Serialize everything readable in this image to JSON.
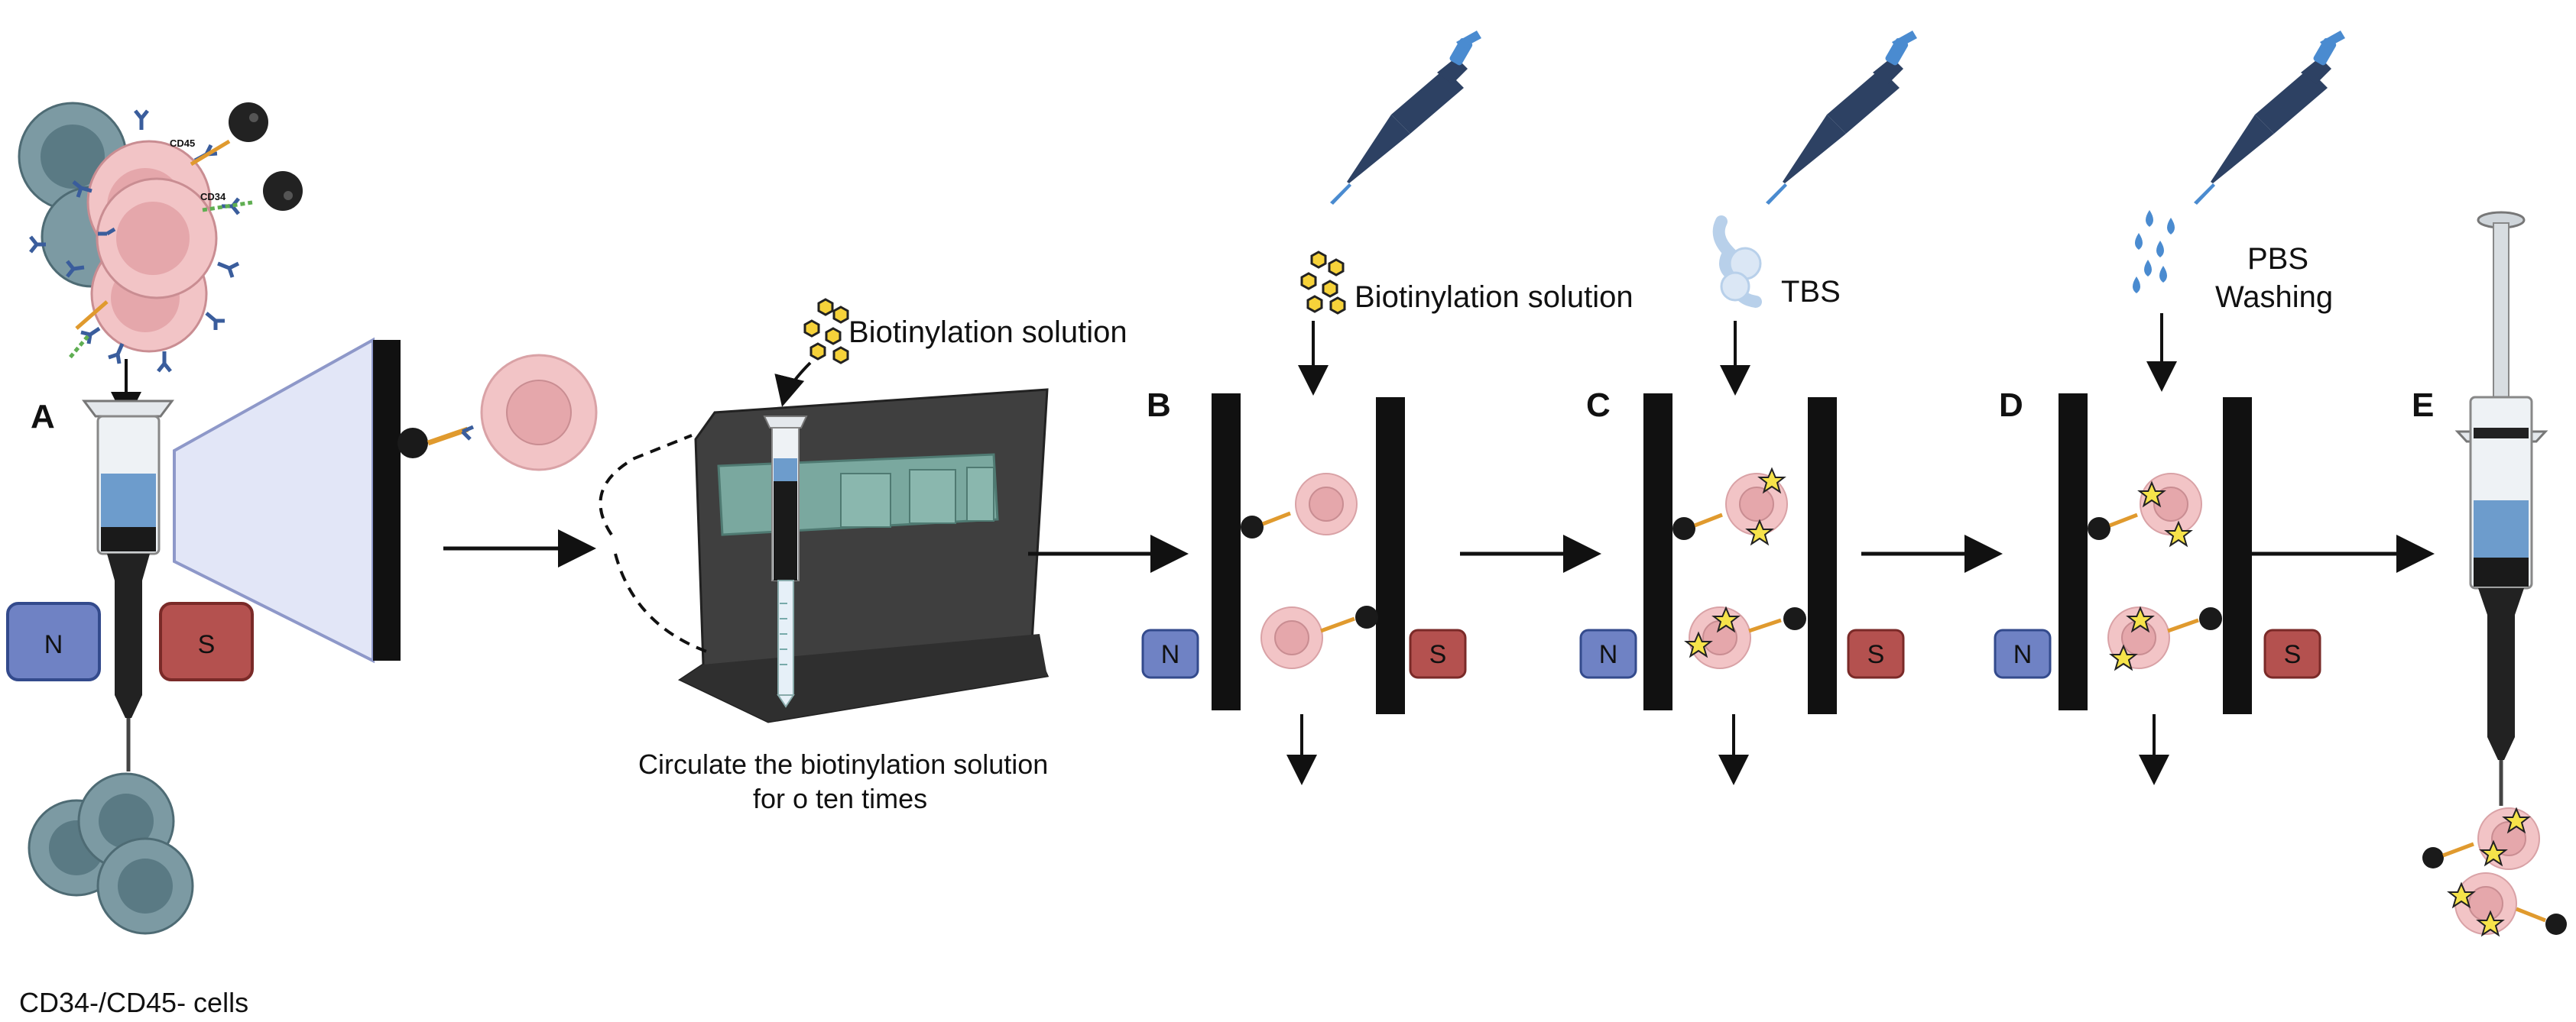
{
  "steps": {
    "a": "A",
    "b": "B",
    "c": "C",
    "d": "D",
    "e": "E"
  },
  "labels": {
    "biotinylation_1": "Biotinylation solution",
    "biotinylation_2": "Biotinylation solution",
    "tbs": "TBS",
    "pbs": "PBS",
    "washing": "Washing",
    "circulate_line1": "Circulate the biotinylation solution",
    "circulate_line2": "for  o ten times",
    "negative_cells": "CD34-/CD45- cells",
    "cd45": "CD45",
    "cd34": "CD34"
  },
  "magnets": {
    "north": "N",
    "south": "S"
  },
  "colors": {
    "north_fill": "#6f82c4",
    "south_fill": "#b4514f",
    "bar": "#111111",
    "cell_pink": "#f2c4c6",
    "cell_grey": "#7c9aa3",
    "pipette": "#2d4163",
    "pipette_tip": "#4a8bd0",
    "liquid": "#6d9ccc",
    "star": "#f6e34a",
    "rack": "#3b3b3b",
    "rack_insert": "#7aa89f"
  }
}
